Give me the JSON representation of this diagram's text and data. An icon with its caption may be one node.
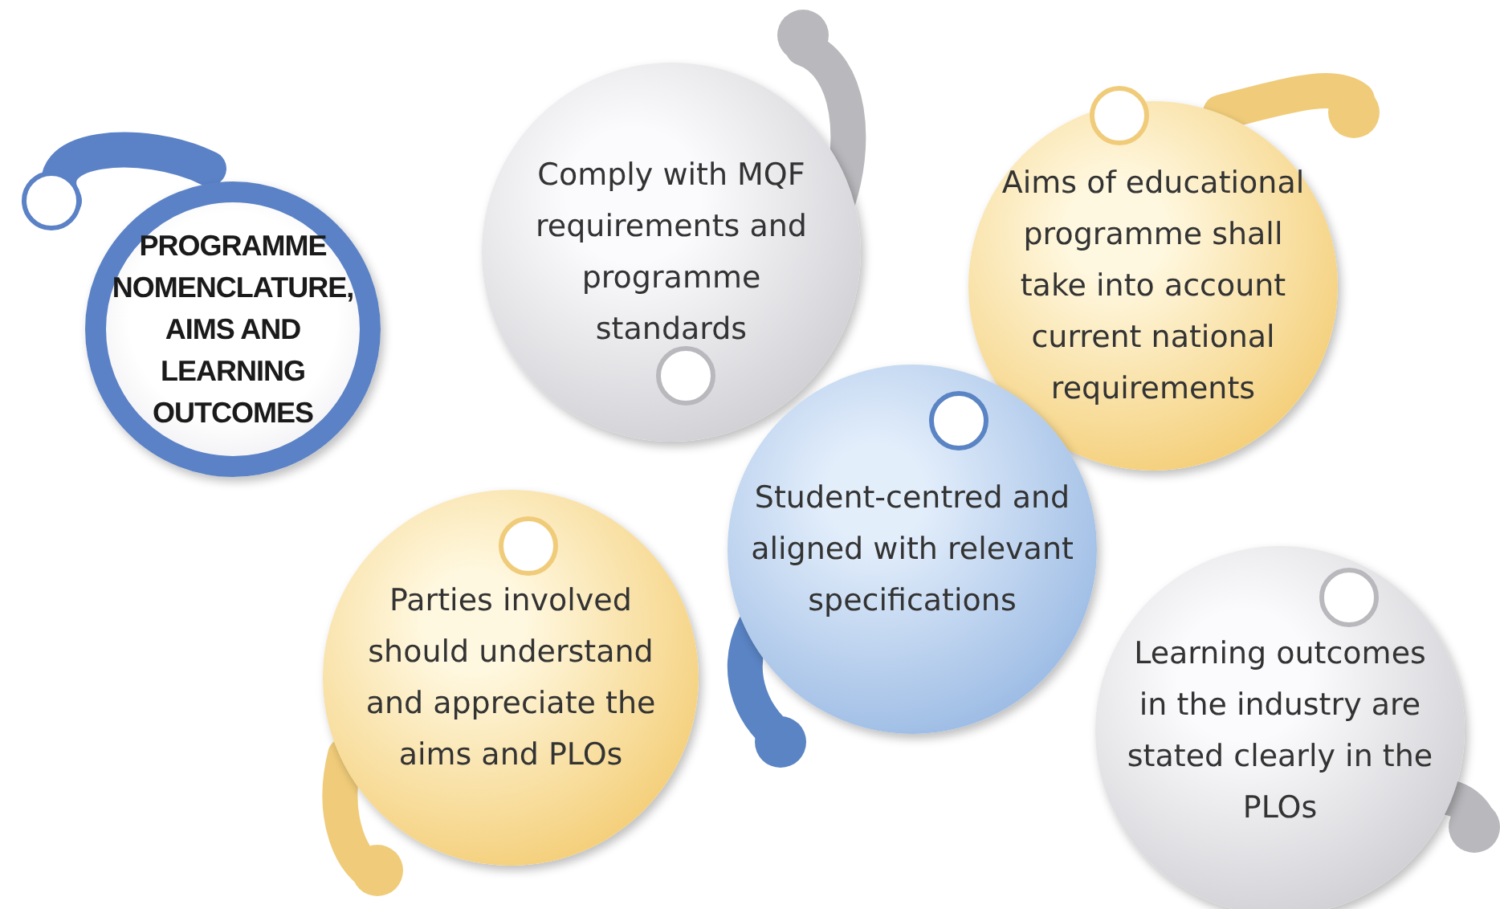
{
  "diagram": {
    "nodes": [
      {
        "text": [
          "PROGRAMME NOMENCLATURE, AIMS AND LEARNING OUTCOMES"
        ]
      },
      {
        "text": [
          "Comply with MQF requirements and programme standards"
        ]
      },
      {
        "text": [
          "Aims of educational programme shall take into account current national requirements"
        ]
      },
      {
        "text": [
          "Student-centred and aligned with relevant specifications"
        ]
      },
      {
        "text": [
          "Parties involved should understand and appreciate the aims and PLOs"
        ]
      },
      {
        "text": [
          "Learning outcomes in the industry are stated clearly in the PLOs"
        ]
      }
    ]
  }
}
